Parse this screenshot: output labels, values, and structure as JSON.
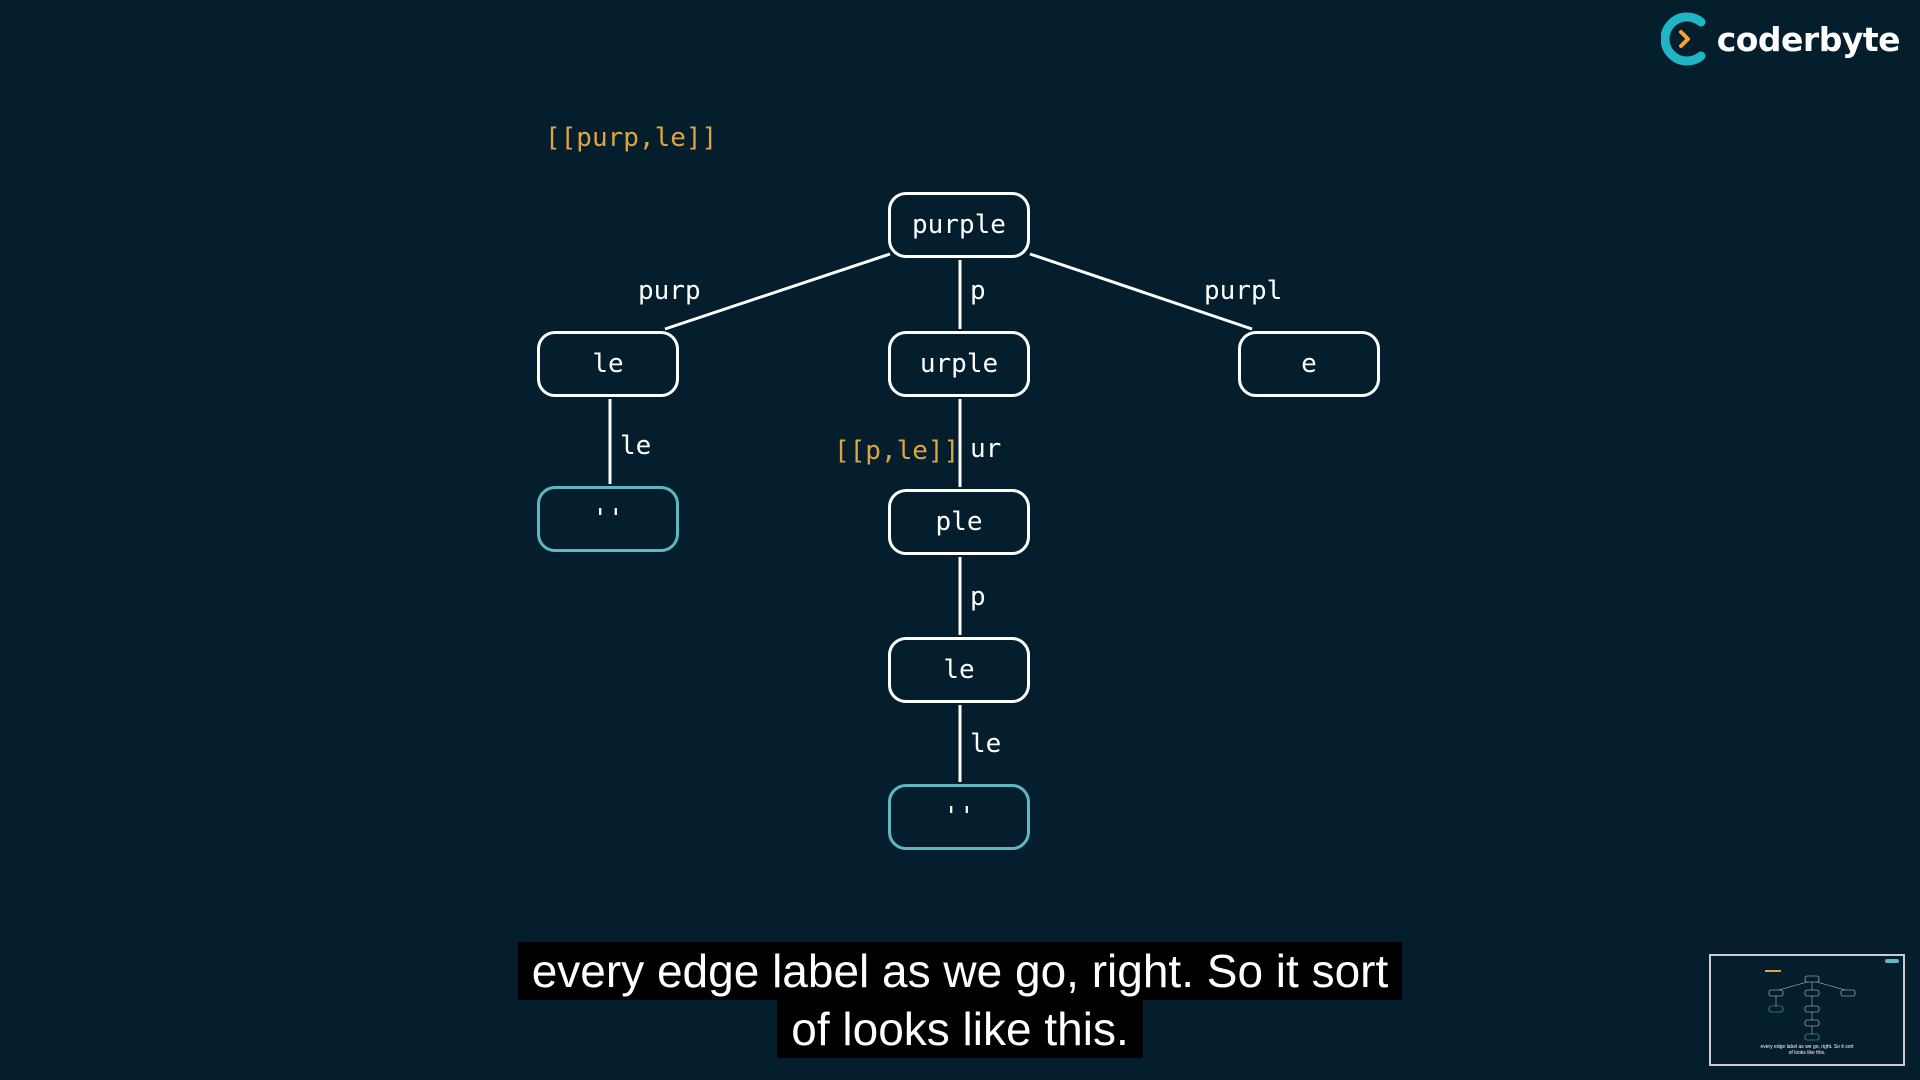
{
  "brand": {
    "name": "coderbyte",
    "accent_color": "#1fb5c4",
    "arrow_color": "#f5a623"
  },
  "diagram": {
    "nodes": {
      "root": "purple",
      "left": "le",
      "left_leaf": "''",
      "middle": "urple",
      "middle_2": "ple",
      "middle_3": "le",
      "middle_leaf": "''",
      "right": "e"
    },
    "edges": {
      "root_left": "purp",
      "root_middle": "p",
      "root_right": "purpl",
      "left_leaf": "le",
      "middle_middle2": "ur",
      "middle2_middle3": "p",
      "middle3_leaf": "le"
    },
    "results": {
      "top": "[[purp,le]]",
      "middle": "[[p,le]]"
    },
    "colors": {
      "node_border": "#ffffff",
      "terminal_border": "#5fb8c0",
      "result_text": "#e0a43c",
      "background": "#041e2d"
    }
  },
  "captions": {
    "line1": "every edge label as we go, right. So it sort",
    "line2": "of looks like this."
  },
  "thumbnail": {
    "caption_line1": "every edge label as we go, right. So it sort",
    "caption_line2": "of looks like this."
  }
}
